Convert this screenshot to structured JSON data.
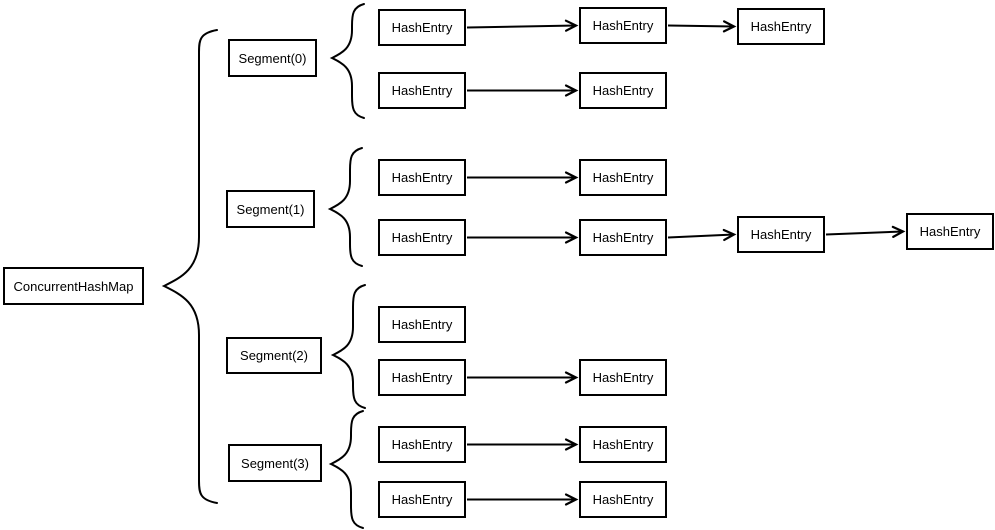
{
  "diagram": {
    "root_label": "ConcurrentHashMap",
    "entry_label": "HashEntry",
    "colors": {
      "stroke": "#000000",
      "background": "#ffffff"
    },
    "segments": [
      {
        "label": "Segment(0)",
        "bucket_chain_lengths": [
          3,
          2
        ]
      },
      {
        "label": "Segment(1)",
        "bucket_chain_lengths": [
          2,
          4
        ]
      },
      {
        "label": "Segment(2)",
        "bucket_chain_lengths": [
          1,
          2
        ]
      },
      {
        "label": "Segment(3)",
        "bucket_chain_lengths": [
          2,
          2
        ]
      }
    ]
  }
}
